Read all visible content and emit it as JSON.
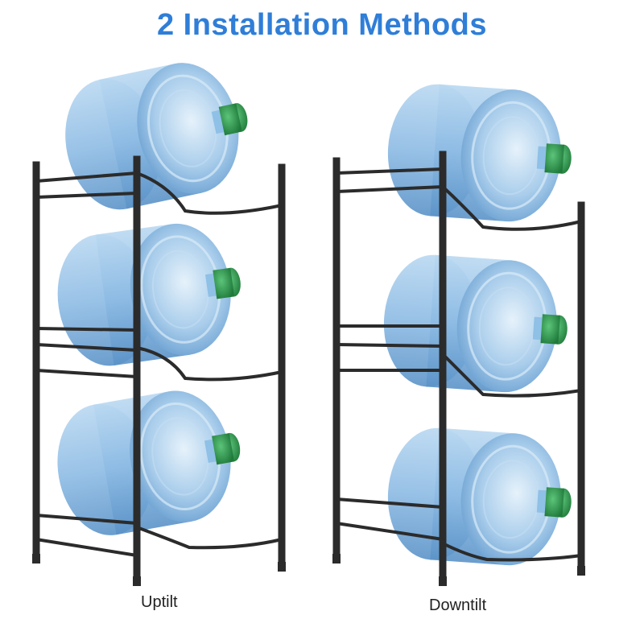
{
  "title": "2 Installation Methods",
  "captions": {
    "left": "Uptilt",
    "right": "Downtilt"
  },
  "colors": {
    "title": "#2f7ed8",
    "rack": "#2b2b2b",
    "bottle_light": "#cfe4f6",
    "bottle_mid": "#9cc6ea",
    "bottle_dark": "#5e97cc",
    "cap": "#2e9a4e"
  }
}
